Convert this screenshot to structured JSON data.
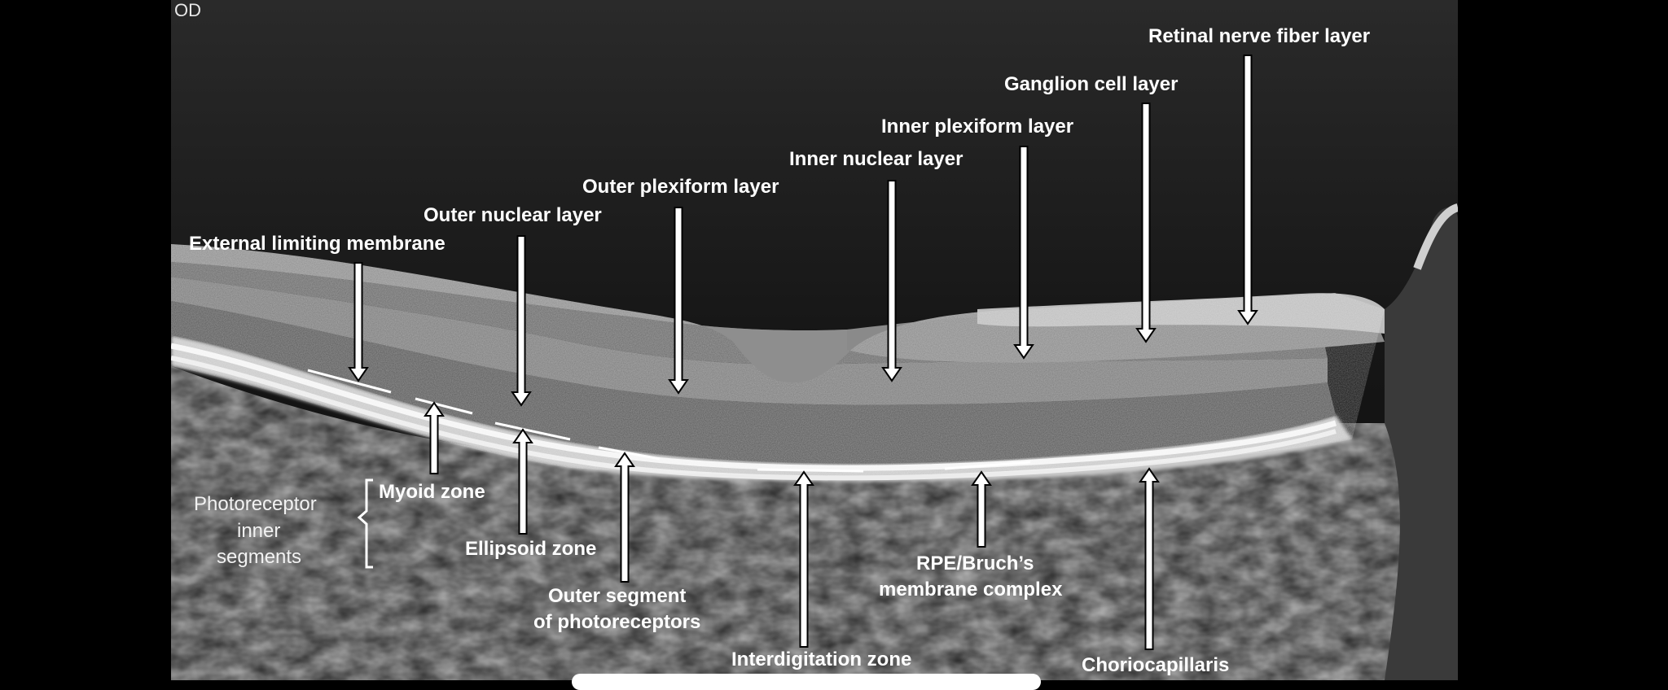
{
  "eye": "OD",
  "labels": {
    "rnfl": "Retinal nerve fiber layer",
    "gcl": "Ganglion cell layer",
    "ipl": "Inner plexiform layer",
    "inl": "Inner nuclear layer",
    "opl": "Outer plexiform layer",
    "onl": "Outer nuclear layer",
    "elm": "External limiting membrane",
    "myoid": "Myoid zone",
    "ellipsoid": "Ellipsoid zone",
    "outer_segment_1": "Outer segment",
    "outer_segment_2": "of photoreceptors",
    "interdigitation": "Interdigitation zone",
    "rpe_1": "RPE/Bruch’s",
    "rpe_2": "membrane complex",
    "choriocapillaris": "Choriocapillaris",
    "inner_segments_1": "Photoreceptor",
    "inner_segments_2": "inner",
    "inner_segments_3": "segments"
  },
  "colors": {
    "background": "#000000",
    "scan_field": "#0e0e0e",
    "label_text": "#ffffff",
    "arrow_fill": "#ffffff",
    "arrow_stroke": "#000000"
  }
}
